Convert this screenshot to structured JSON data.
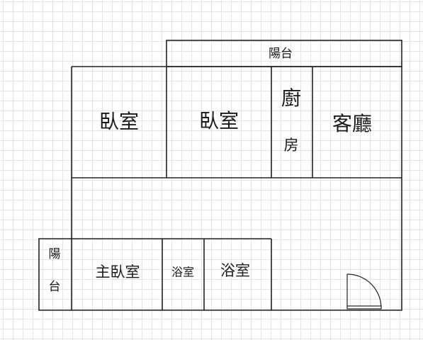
{
  "floor_plan": {
    "rooms": {
      "balcony_top": "陽台",
      "bedroom_left": "臥室",
      "bedroom_mid": "臥室",
      "kitchen_char1": "廚",
      "kitchen_char2": "房",
      "living_room": "客廳",
      "balcony_left_char1": "陽",
      "balcony_left_char2": "台",
      "master_bedroom": "主臥室",
      "bathroom_1": "浴室",
      "bathroom_2": "浴室"
    }
  }
}
